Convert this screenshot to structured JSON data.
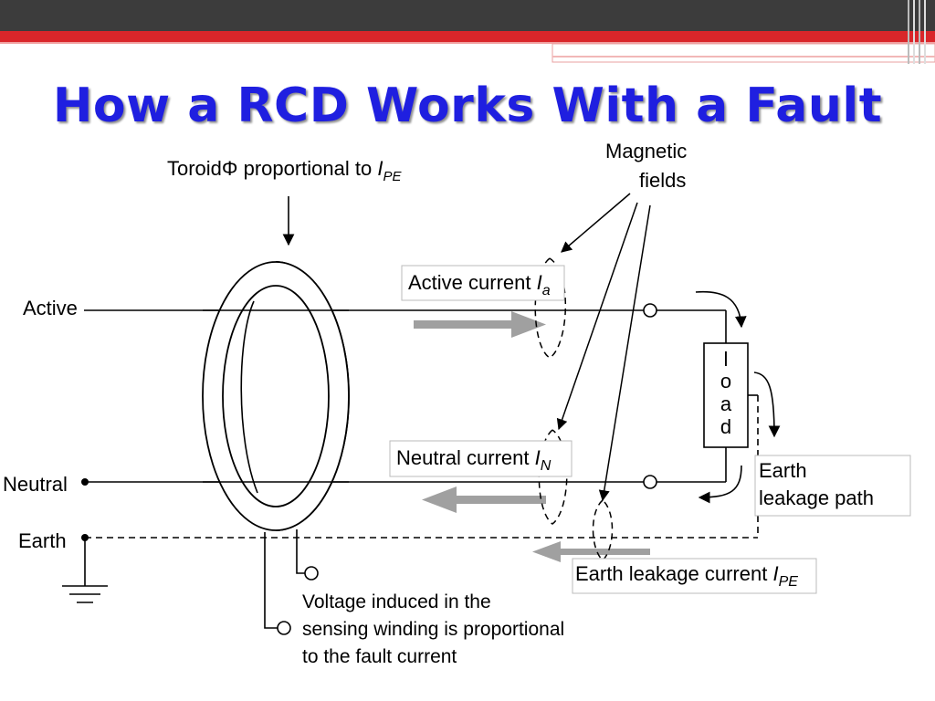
{
  "title": "How a RCD Works With a Fault",
  "colors": {
    "title": "#1f1fe0",
    "header_dark": "#3c3c3c",
    "header_red": "#d9262a",
    "arrow_gray": "#a0a0a0"
  },
  "diagram": {
    "toroid_label": {
      "main": "ToroidΦ proportional to ",
      "sym": "I",
      "sub": "PE"
    },
    "magnetic_fields": {
      "line1": "Magnetic",
      "line2": "fields"
    },
    "active": "Active",
    "neutral": "Neutral",
    "earth": "Earth",
    "active_current": {
      "main": "Active current ",
      "sym": "I",
      "sub": "a"
    },
    "neutral_current": {
      "main": "Neutral current ",
      "sym": "I",
      "sub": "N"
    },
    "earth_leakage_current": {
      "main": "Earth leakage current ",
      "sym": "I",
      "sub": "PE"
    },
    "load": [
      "l",
      "o",
      "a",
      "d"
    ],
    "earth_leakage_path": {
      "line1": "Earth",
      "line2": "leakage path"
    },
    "voltage_induced": {
      "line1": "Voltage induced in the",
      "line2": "sensing winding is proportional",
      "line3": "to the fault current"
    }
  }
}
